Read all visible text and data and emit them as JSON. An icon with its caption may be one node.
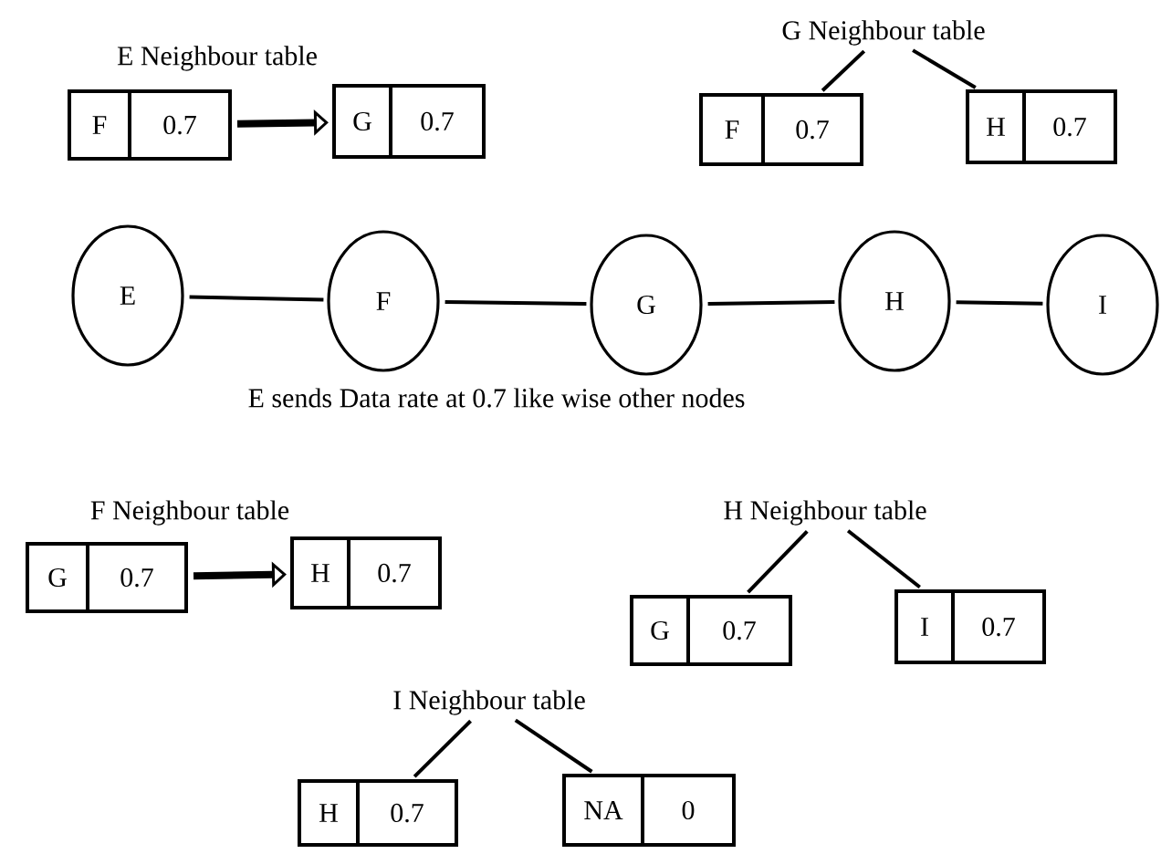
{
  "diagram": {
    "nodes": [
      {
        "text": [
          "F",
          "0.7"
        ]
      },
      {
        "text": [
          "G",
          "0.7"
        ]
      },
      {
        "text": [
          "G Neighbour table"
        ]
      },
      {
        "text": [
          "F",
          "0.7"
        ]
      },
      {
        "text": [
          "H",
          "0.7"
        ]
      },
      {
        "text": [
          "E"
        ]
      },
      {
        "text": [
          "F"
        ]
      },
      {
        "text": [
          "G"
        ]
      },
      {
        "text": [
          "H"
        ]
      },
      {
        "text": [
          "I"
        ]
      },
      {
        "text": [
          "G",
          "0.7"
        ]
      },
      {
        "text": [
          "H",
          "0.7"
        ]
      },
      {
        "text": [
          "H  Neighbour table"
        ]
      },
      {
        "text": [
          "G",
          "0.7"
        ]
      },
      {
        "text": [
          "I",
          "0.7"
        ]
      },
      {
        "text": [
          "I Neighbour table"
        ]
      },
      {
        "text": [
          "H",
          "0.7"
        ]
      },
      {
        "text": [
          "NA",
          "0"
        ]
      }
    ],
    "edges": [
      {
        "from": 0,
        "to": 1,
        "arrow": "to",
        "style": "thick"
      },
      {
        "from": 2,
        "to": 3,
        "arrow": "none"
      },
      {
        "from": 2,
        "to": 4,
        "arrow": "none"
      },
      {
        "from": 5,
        "to": 6,
        "arrow": "none"
      },
      {
        "from": 6,
        "to": 7,
        "arrow": "none"
      },
      {
        "from": 7,
        "to": 8,
        "arrow": "none"
      },
      {
        "from": 8,
        "to": 9,
        "arrow": "none"
      },
      {
        "from": 10,
        "to": 11,
        "arrow": "to",
        "style": "thick"
      },
      {
        "from": 12,
        "to": 13,
        "arrow": "none"
      },
      {
        "from": 12,
        "to": 14,
        "arrow": "none"
      },
      {
        "from": 15,
        "to": 16,
        "arrow": "none"
      },
      {
        "from": 15,
        "to": 17,
        "arrow": "none"
      }
    ],
    "labels": [
      "E Neighbour table",
      "E sends Data rate at 0.7 like wise other nodes",
      "F Neighbour table"
    ]
  }
}
